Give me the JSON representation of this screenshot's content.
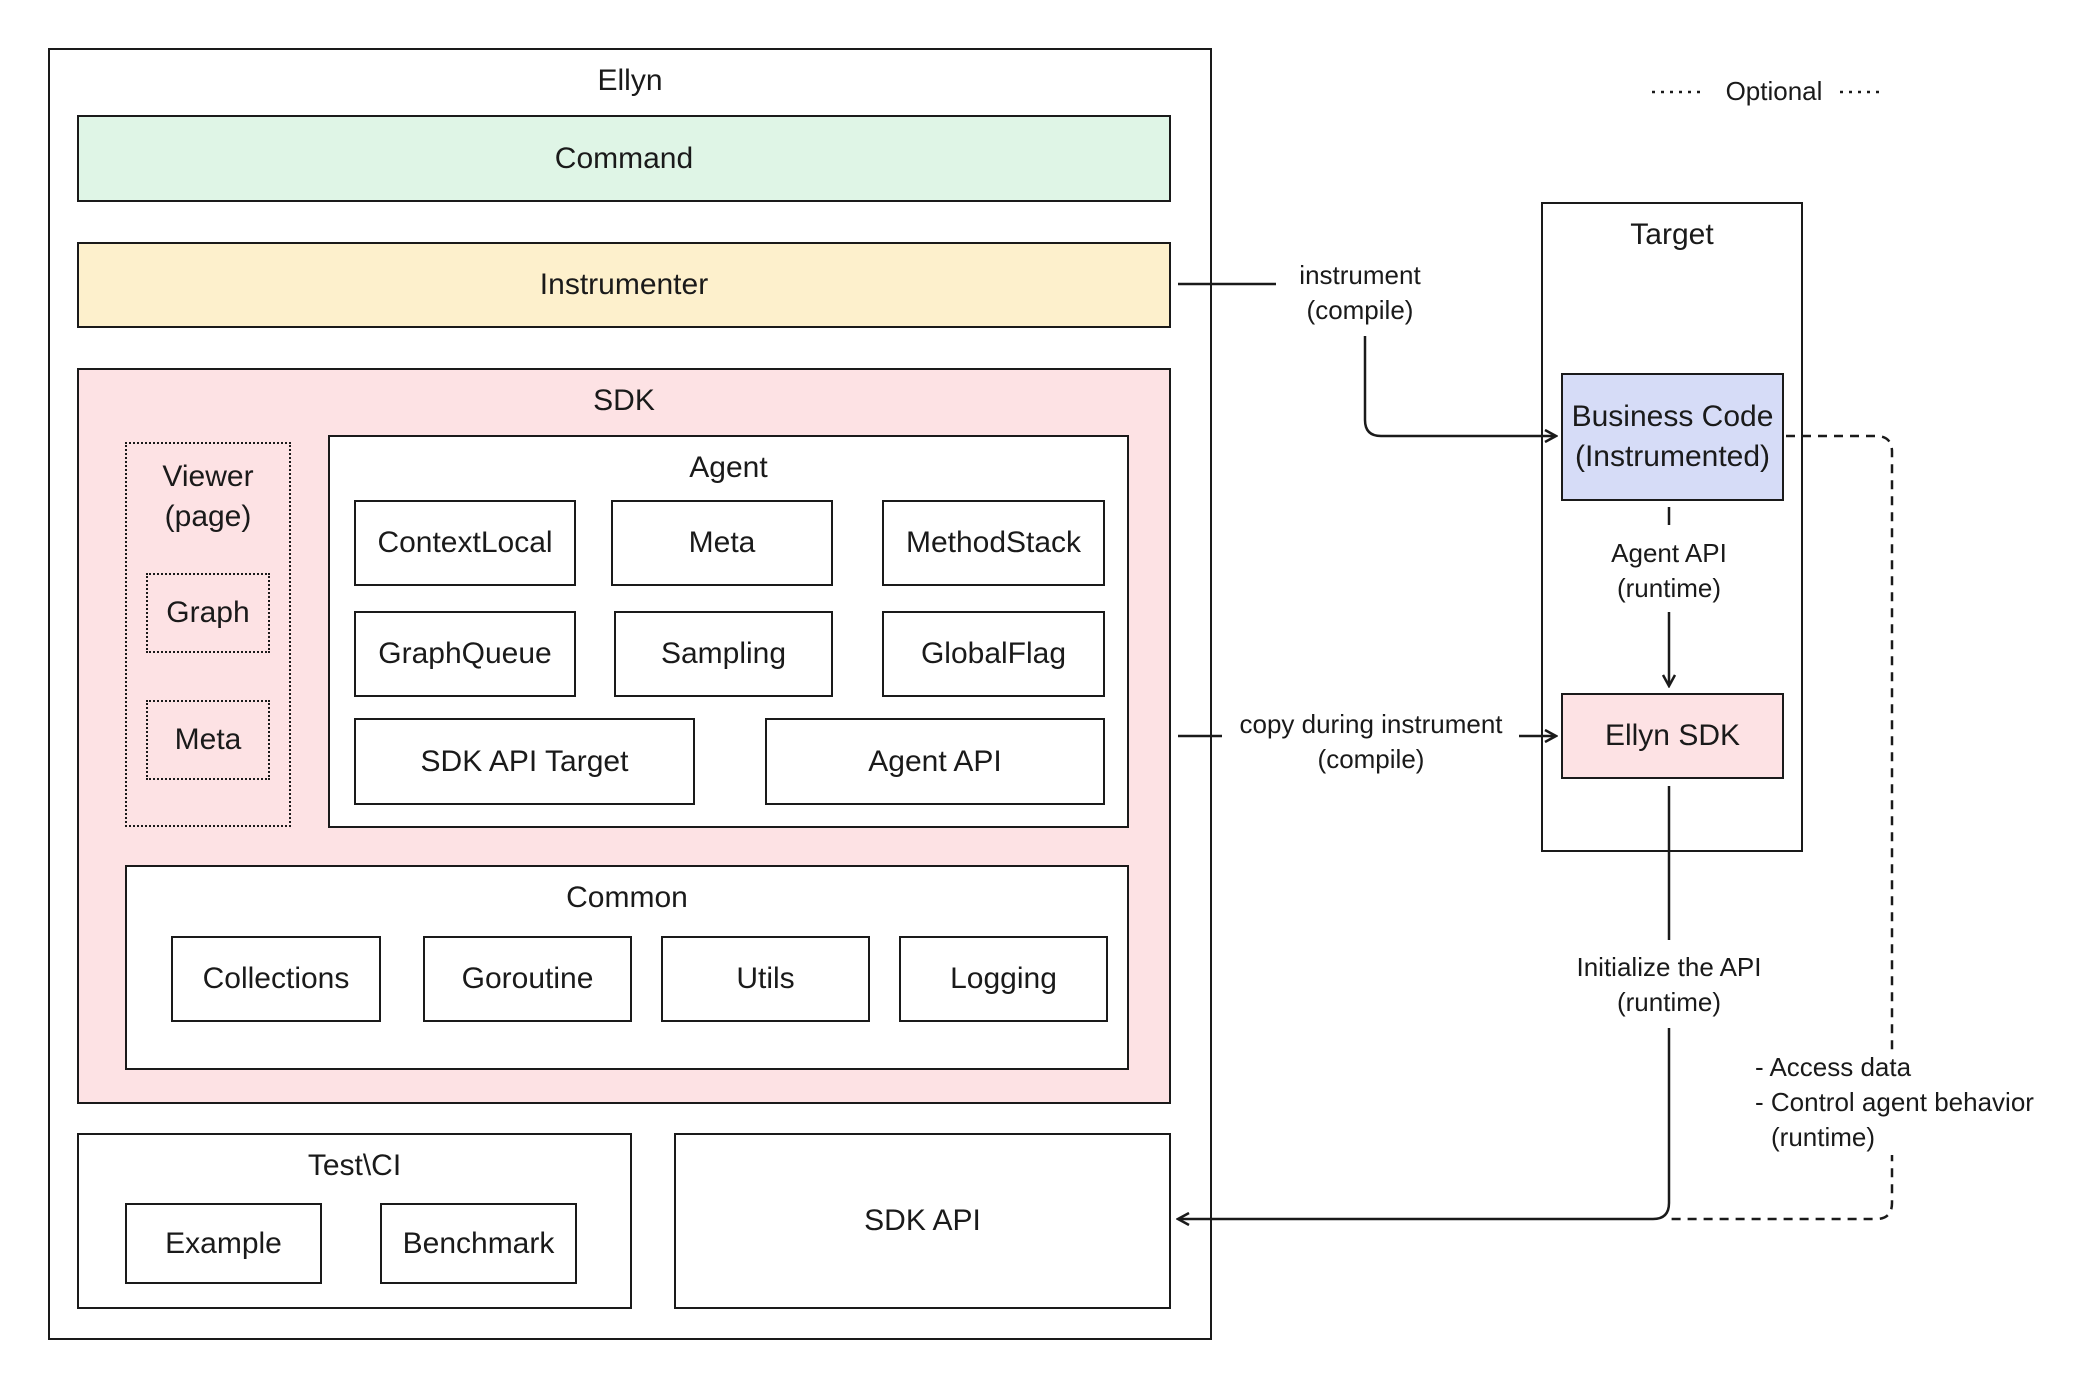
{
  "legend": {
    "optional": "Optional"
  },
  "ellyn": {
    "title": "Ellyn",
    "command": "Command",
    "instrumenter": "Instrumenter",
    "sdk": {
      "title": "SDK",
      "viewer": {
        "title_line1": "Viewer",
        "title_line2": "(page)",
        "items": [
          "Graph",
          "Meta"
        ]
      },
      "agent": {
        "title": "Agent",
        "items": [
          "ContextLocal",
          "Meta",
          "MethodStack",
          "GraphQueue",
          "Sampling",
          "GlobalFlag",
          "SDK API Target",
          "Agent API"
        ]
      },
      "common": {
        "title": "Common",
        "items": [
          "Collections",
          "Goroutine",
          "Utils",
          "Logging"
        ]
      }
    },
    "test_ci": {
      "title": "Test\\CI",
      "items": [
        "Example",
        "Benchmark"
      ]
    },
    "sdk_api": "SDK API"
  },
  "target": {
    "title": "Target",
    "business_code_line1": "Business Code",
    "business_code_line2": "(Instrumented)",
    "ellyn_sdk": "Ellyn SDK"
  },
  "edges": {
    "instrument_line1": "instrument",
    "instrument_line2": "(compile)",
    "copy_line1": "copy during instrument",
    "copy_line2": "(compile)",
    "agent_api_line1": "Agent API",
    "agent_api_line2": "(runtime)",
    "init_api_line1": "Initialize the API",
    "init_api_line2": "(runtime)",
    "access_line1": "- Access data",
    "access_line2": "- Control agent behavior",
    "access_line3": "(runtime)"
  },
  "colors": {
    "command_fill": "#dff5e6",
    "instrumenter_fill": "#fdf0cc",
    "sdk_fill": "#fde2e4",
    "business_fill": "#d6dcf7",
    "ellyn_sdk_fill": "#fde2e4",
    "stroke": "#1a1a1a"
  }
}
